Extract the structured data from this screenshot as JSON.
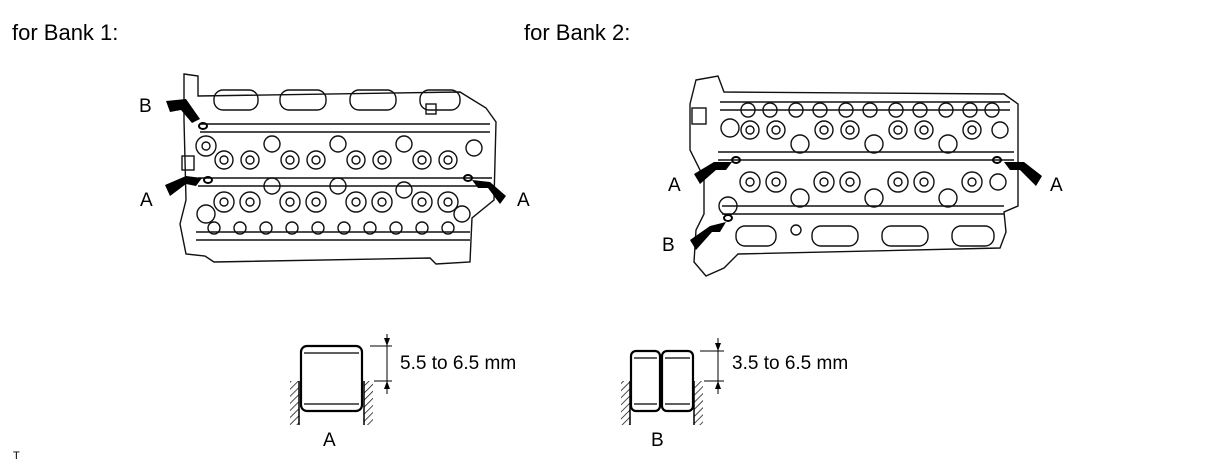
{
  "bank1": {
    "heading": "for Bank 1:",
    "callouts": {
      "b": "B",
      "a_left": "A",
      "a_right": "A"
    }
  },
  "bank2": {
    "heading": "for Bank 2:",
    "callouts": {
      "a_left": "A",
      "a_right": "A",
      "b": "B"
    }
  },
  "pin_a": {
    "label": "A",
    "dimension": "5.5 to 6.5 mm"
  },
  "pin_b": {
    "label": "B",
    "dimension": "3.5 to 6.5 mm"
  },
  "corner_mark": "T"
}
